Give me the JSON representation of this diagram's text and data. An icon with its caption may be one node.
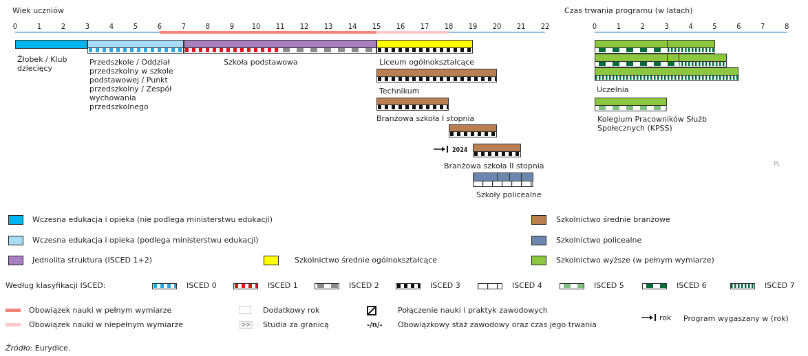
{
  "diagram": {
    "caption": "*Źródło:* Eurydice.",
    "nodes": [
      {
        "text": [
          "Żłobek / Klub dziecięcy"
        ]
      },
      {
        "text": [
          "Przedszkole / Oddział przedszkolny w szkole podstawowej / Punkt przedszkolny / Zespół wychowania przedszkolnego"
        ]
      },
      {
        "text": [
          "Szkoła podstawowa"
        ]
      },
      {
        "text": [
          "Liceum ogólnokształcące"
        ]
      },
      {
        "text": [
          "Technikum"
        ]
      },
      {
        "text": [
          "Branżowa szkoła I stopnia"
        ]
      },
      {
        "text": [],
        "shape": "bar"
      },
      {
        "text": [
          "Branżowa szkoła II stopnia"
        ]
      },
      {
        "text": [
          "Szkoły policealne"
        ]
      },
      {
        "text": [],
        "shape": "bar"
      },
      {
        "text": [],
        "shape": "bar"
      },
      {
        "text": [
          "Uczelnia"
        ]
      },
      {
        "text": [
          "Kolegium Pracowników Służb Społecznych (KPSS)"
        ]
      }
    ],
    "labels": [
      "Wiek uczniów",
      "0",
      "1",
      "2",
      "3",
      "4",
      "5",
      "6",
      "7",
      "8",
      "9",
      "10",
      "11",
      "12",
      "13",
      "14",
      "15",
      "16",
      "17",
      "18",
      "19",
      "20",
      "21",
      "22",
      "Czas trwania programu (w latach)",
      "0",
      "1",
      "2",
      "3",
      "4",
      "5",
      "6",
      "7",
      "8",
      "2024",
      "PL",
      "Według klasyfikacji ISCED:",
      ">>",
      "-/n/-",
      "rok"
    ],
    "legend": [
      {
        "text": "Wczesna edukacja i opieka (nie podlega ministerstwu edukacji)",
        "color": "#00b4ec"
      },
      {
        "text": "Szkolnictwo średnie branżowe",
        "color": "#b97f53"
      },
      {
        "text": "Wczesna edukacja i opieka (podlega ministerstwu edukacji)",
        "color": "#a8dcf6"
      },
      {
        "text": "Szkolnictwo policealne",
        "color": "#6c86ad"
      },
      {
        "text": "Jednolita struktura (ISCED 1+2)",
        "color": "#a87fbf"
      },
      {
        "text": "Szkolnictwo średnie ogólnokształcące",
        "color": "#ffff00"
      },
      {
        "text": "Szkolnictwo wyższe (w pełnym wymiarze)",
        "color": "#8dc63f"
      },
      {
        "text": "ISCED 0"
      },
      {
        "text": "ISCED 1"
      },
      {
        "text": "ISCED 2"
      },
      {
        "text": "ISCED 3"
      },
      {
        "text": "ISCED 4"
      },
      {
        "text": "ISCED 5"
      },
      {
        "text": "ISCED 6"
      },
      {
        "text": "ISCED 7"
      },
      {
        "text": "Obowiązek nauki w pełnym wymiarze",
        "color": "#f08479"
      },
      {
        "text": "Dodatkowy rok"
      },
      {
        "text": "Połączenie nauki i praktyk zawodowych"
      },
      {
        "text": "Program wygaszany w (rok)"
      },
      {
        "text": "Obowiązek nauki w niepełnym wymiarze",
        "color": "#f9c9c9"
      },
      {
        "text": "Studia za granicą"
      },
      {
        "text": "Obowiązkowy staż zawodowy oraz czas jego trwania"
      }
    ]
  }
}
